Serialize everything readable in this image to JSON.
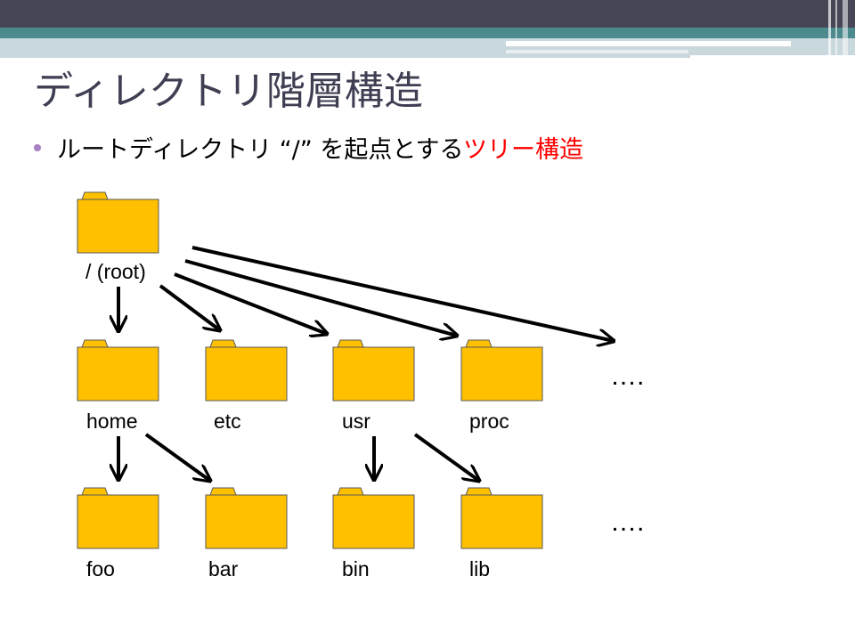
{
  "slide": {
    "title": "ディレクトリ階層構造",
    "bullet": {
      "text_prefix": "ルートディレクトリ “/” を起点とする",
      "text_highlight": "ツリー構造"
    }
  },
  "diagram": {
    "root": {
      "label": "/ (root)"
    },
    "level1": [
      "home",
      "etc",
      "usr",
      "proc"
    ],
    "level2": [
      "foo",
      "bar",
      "bin",
      "lib"
    ],
    "ellipsis_1": "….",
    "ellipsis_2": "….",
    "folder_color": "#FFC000",
    "folder_outline": "#595959",
    "arrow_color": "#000000",
    "highlight_color": "#FF0000",
    "title_color": "#3F3F53",
    "header_colors": [
      "#464657",
      "#4D8A8D",
      "#C9D8DC"
    ]
  }
}
